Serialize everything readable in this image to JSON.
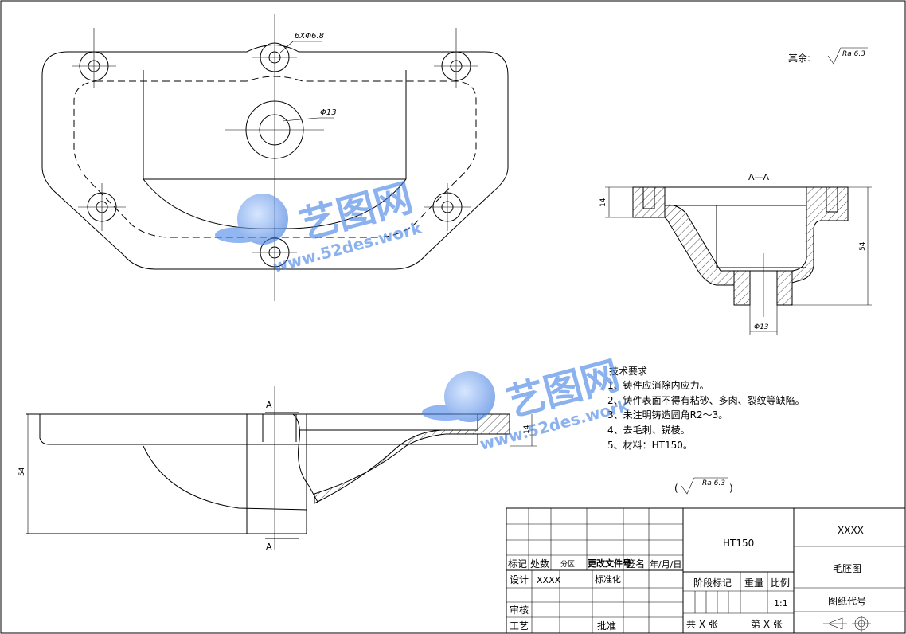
{
  "drawing": {
    "roughness_note": {
      "label": "其余:",
      "value": "Ra 6.3"
    },
    "roughness_paren": {
      "value": "Ra 6.3"
    },
    "plan_view": {
      "dim_holes": "6XΦ6.8",
      "dim_center": "Φ13"
    },
    "section_aa": {
      "title": "A—A",
      "dim_wall": "14",
      "dim_height": "54",
      "dim_bore": "Φ13"
    },
    "front_view": {
      "section_mark_top": "A",
      "section_mark_bottom": "A",
      "dim_height": "54",
      "dim_wall": "14"
    },
    "tech_requirements": {
      "title": "技术要求",
      "items": [
        "1、铸件应消除内应力。",
        "2、铸件表面不得有粘砂、多肉、裂纹等缺陷。",
        "3、未注明铸造圆角R2～3。",
        "4、去毛刺、锐棱。",
        "5、材料：HT150。"
      ]
    }
  },
  "title_block": {
    "material": "HT150",
    "company": "XXXX",
    "drawing_name": "毛胚图",
    "drawing_code": "图纸代号",
    "rev_headers": [
      "标记",
      "处数",
      "分区",
      "更改文件号",
      "签名",
      "年/月/日"
    ],
    "design_label": "设计",
    "designer": "XXXX",
    "standardize": "标准化",
    "review": "审核",
    "process": "工艺",
    "approve": "批准",
    "stage_mark": "阶段标记",
    "weight": "重量",
    "scale_label": "比例",
    "scale_value": "1:1",
    "sheets_total": "共 X 张",
    "sheet_no": "第 X 张"
  },
  "watermark": {
    "brand": "艺图网",
    "url": "www.52des.work"
  }
}
